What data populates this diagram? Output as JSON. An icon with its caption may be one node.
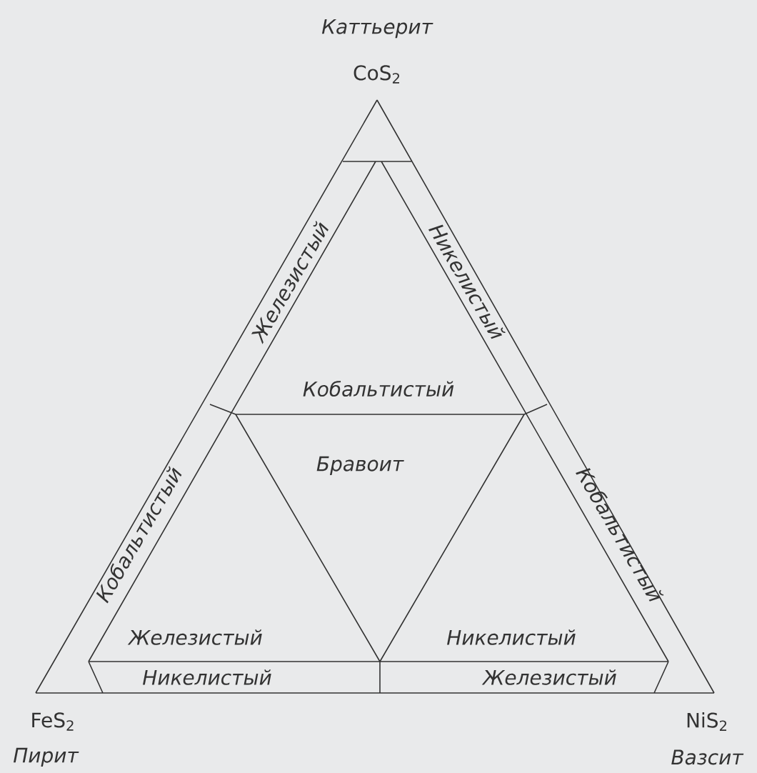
{
  "diagram": {
    "labels": [
      "Каттьерит",
      "CoS$_{2}$",
      "Железистый",
      "Никелистый",
      "Кобальтистый",
      "Кобальтистый",
      "Бравоит",
      "Кобальтистый",
      "Железистый",
      "Никелистый",
      "Никелистый",
      "Железистый",
      "FeS$_{2}$",
      "NiS$_{2}$",
      "Пирит",
      "Вазсит"
    ]
  }
}
